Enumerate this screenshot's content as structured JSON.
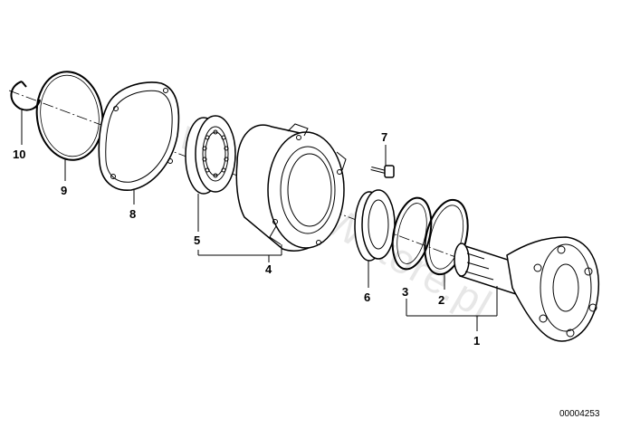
{
  "diagram": {
    "callouts": {
      "c1": "1",
      "c2": "2",
      "c3": "3",
      "c4": "4",
      "c5": "5",
      "c6": "6",
      "c7": "7",
      "c8": "8",
      "c9": "9",
      "c10": "10"
    },
    "reference_number": "00004253",
    "watermark": "www.BMWstore.pl"
  }
}
